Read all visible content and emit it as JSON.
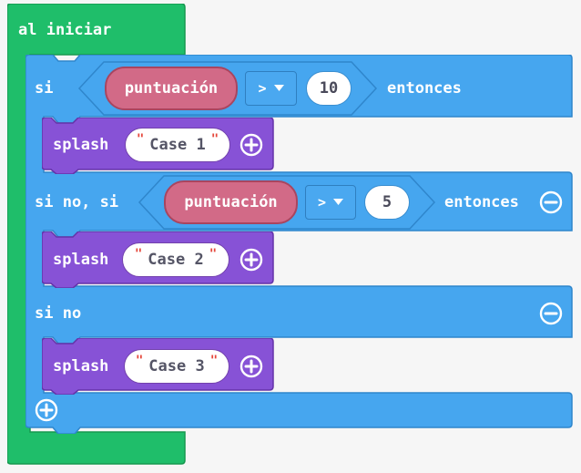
{
  "colors": {
    "event": "#1fbe6a",
    "event_border": "#16984f",
    "logic": "#46a6ef",
    "logic_border": "#2f86cc",
    "basic": "#8752d6",
    "basic_border": "#6533a8",
    "variable": "#d26a87",
    "string_quote": "#e5483c"
  },
  "event_block": {
    "label": "al iniciar"
  },
  "if_block": {
    "if_label": "si",
    "then_label": "entonces",
    "elseif_label": "si no, si",
    "else_label": "si no",
    "condition1": {
      "variable": "puntuación",
      "operator": ">",
      "value": "10"
    },
    "condition2": {
      "variable": "puntuación",
      "operator": ">",
      "value": "5"
    }
  },
  "splash_blocks": [
    {
      "label": "splash",
      "text": "Case 1"
    },
    {
      "label": "splash",
      "text": "Case 2"
    },
    {
      "label": "splash",
      "text": "Case 3"
    }
  ],
  "icons": {
    "add": "plus-circle-icon",
    "remove": "minus-circle-icon",
    "dropdown": "triangle-down-icon"
  }
}
